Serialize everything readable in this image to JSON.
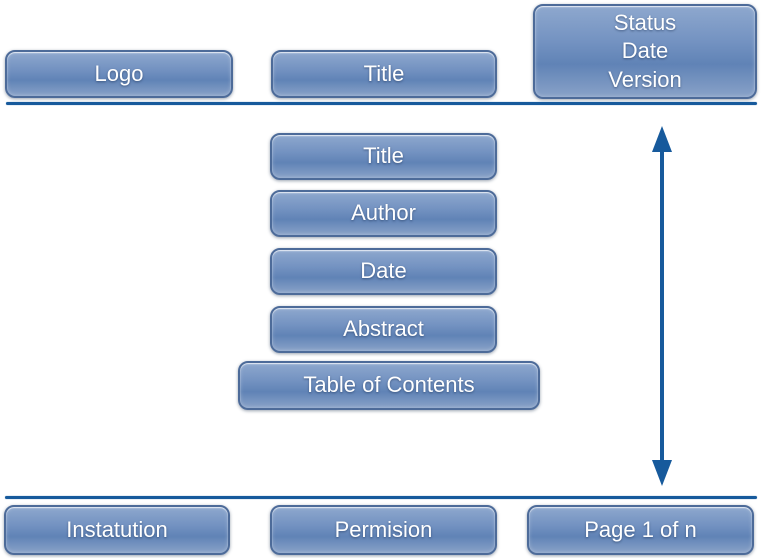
{
  "header": {
    "logo": "Logo",
    "title": "Title",
    "status_lines": [
      "Status",
      "Date",
      "Version"
    ]
  },
  "body": {
    "title": "Title",
    "author": "Author",
    "date": "Date",
    "abstract": "Abstract",
    "toc": "Table of Contents"
  },
  "footer": {
    "institution": "Instatution",
    "permission": "Permision",
    "page": "Page 1 of n"
  },
  "colors": {
    "line": "#175a9c",
    "arrow": "#175a9c",
    "box_border": "#4d6b99",
    "box_gradient_top": "#8ea8ce",
    "box_gradient_mid": "#6083b6",
    "box_gradient_bottom": "#89a2c8",
    "label_text": "#ffffff"
  }
}
